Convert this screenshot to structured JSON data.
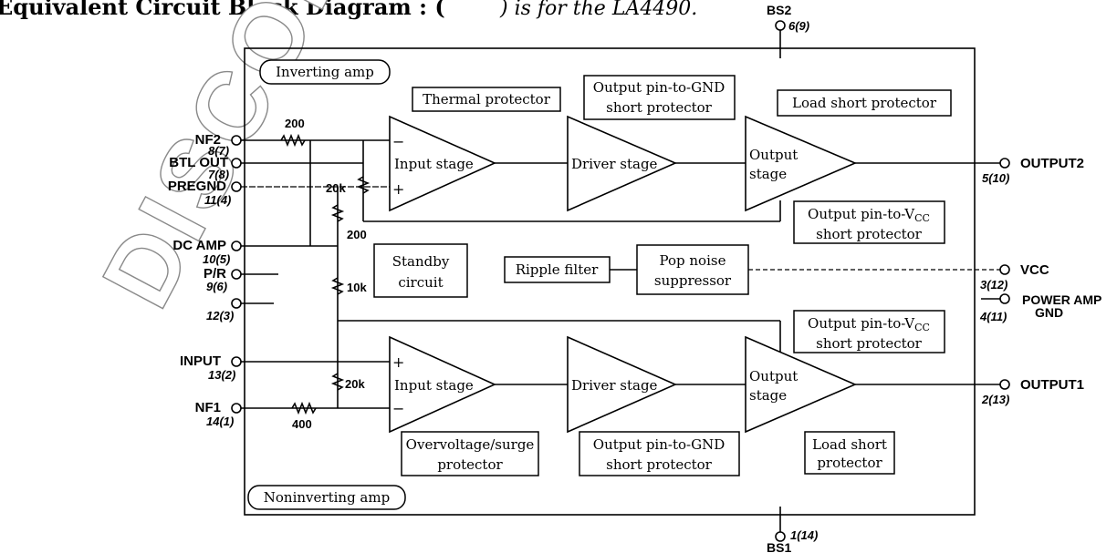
{
  "header": {
    "title_prefix": "Equivalent Circuit Block Diagram : (",
    "title_suffix": ") is for the LA4490."
  },
  "watermark": "DISCON",
  "sections": {
    "inverting": "Inverting amp",
    "noninverting": "Noninverting amp"
  },
  "blocks": {
    "thermal": "Thermal protector",
    "gnd_short_top_1": "Output pin-to-GND",
    "gnd_short_top_2": "short protector",
    "load_short_top": "Load short protector",
    "input_stage_top": "Input stage",
    "driver_stage_top": "Driver stage",
    "output_stage_top_1": "Output",
    "output_stage_top_2": "stage",
    "vcc_short_top_1": "Output pin-to-V",
    "vcc_short_top_2": "short protector",
    "standby_1": "Standby",
    "standby_2": "circuit",
    "ripple": "Ripple filter",
    "pop_1": "Pop noise",
    "pop_2": "suppressor",
    "vcc_short_bot_1": "Output pin-to-V",
    "vcc_short_bot_2": "short protector",
    "input_stage_bot": "Input stage",
    "driver_stage_bot": "Driver stage",
    "output_stage_bot_1": "Output",
    "output_stage_bot_2": "stage",
    "overvoltage_1": "Overvoltage/surge",
    "overvoltage_2": "protector",
    "gnd_short_bot_1": "Output pin-to-GND",
    "gnd_short_bot_2": "short protector",
    "load_short_bot_1": "Load short",
    "load_short_bot_2": "protector",
    "cc_sub": "CC"
  },
  "resistors": {
    "r200_top": "200",
    "r20k_top": "20k",
    "r200_mid": "200",
    "r10k": "10k",
    "r20k_bot": "20k",
    "r400": "400"
  },
  "pins_left": {
    "nf2": "NF2",
    "nf2_num": "8(7)",
    "btl_out": "BTL OUT",
    "btl_num": "7(8)",
    "pregnd": "PREGND",
    "pregnd_num": "11(4)",
    "dc_amp": "DC AMP",
    "dc_amp_num": "10(5)",
    "pr": "P/R",
    "pr_num": "9(6)",
    "nc_num": "12(3)",
    "input": "INPUT",
    "input_num": "13(2)",
    "nf1": "NF1",
    "nf1_num": "14(1)"
  },
  "pins_right": {
    "output2": "OUTPUT2",
    "output2_num": "5(10)",
    "vcc": "VCC",
    "vcc_num": "3(12)",
    "power_gnd_1": "POWER AMP",
    "power_gnd_2": "GND",
    "power_gnd_num": "4(11)",
    "output1": "OUTPUT1",
    "output1_num": "2(13)"
  },
  "pins_top_bottom": {
    "bs2": "BS2",
    "bs2_num": "6(9)",
    "bs1": "BS1",
    "bs1_num": "1(14)"
  },
  "signs": {
    "minus": "−",
    "plus": "+"
  }
}
